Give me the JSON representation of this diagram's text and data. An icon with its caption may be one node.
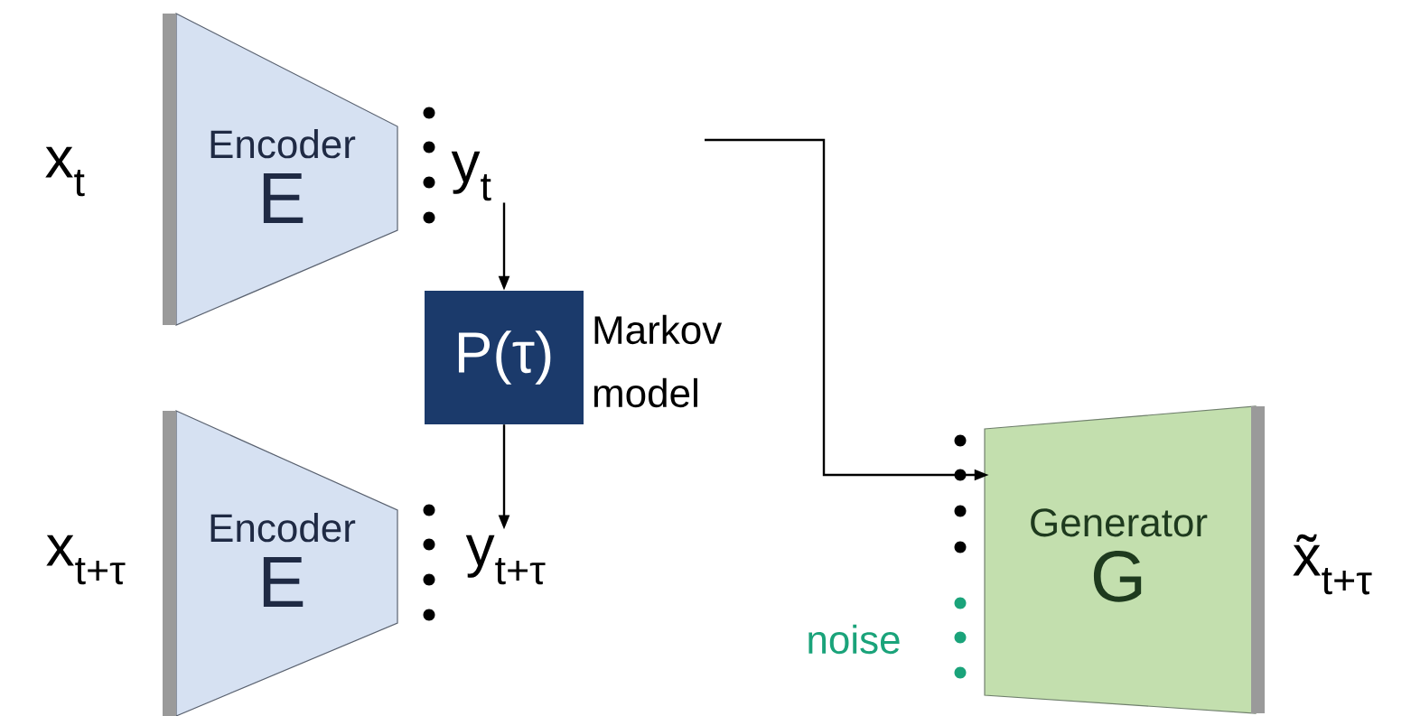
{
  "diagram": {
    "nodes": [
      {
        "text": [
          "Encoder",
          "E"
        ]
      },
      {
        "text": [
          "Encoder",
          "E"
        ]
      },
      {
        "text": [
          "P(τ)"
        ],
        "beside": [
          "Markov model"
        ]
      },
      {
        "text": [
          "Generator",
          "G"
        ]
      },
      {
        "text": [
          "y$_{t}$"
        ]
      },
      {
        "text": [
          "y$_{t+τ}$"
        ]
      }
    ],
    "edges": [
      {
        "from": 4,
        "to": 2,
        "arrow": "to"
      },
      {
        "from": 2,
        "to": 5,
        "arrow": "to"
      },
      {
        "from": null,
        "to": 3,
        "arrow": "to"
      }
    ],
    "labels": [
      "x$_{t}$",
      "x$_{t+τ}$",
      "x̃$_{t+τ}$",
      "noise"
    ]
  }
}
